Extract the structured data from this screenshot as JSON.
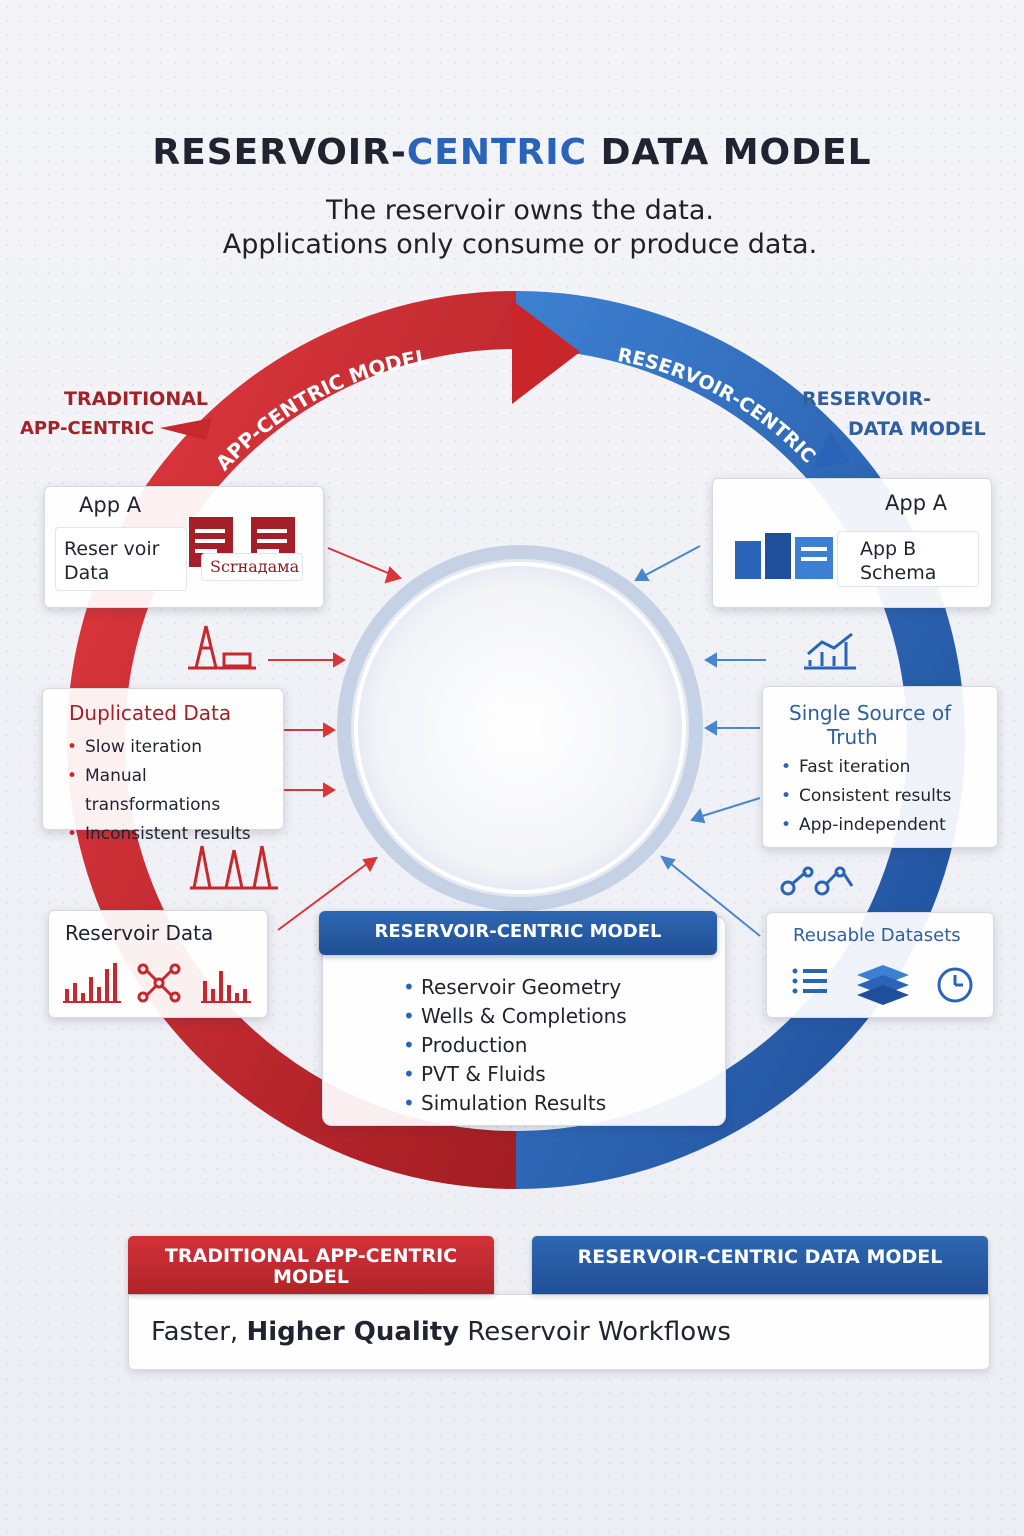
{
  "header": {
    "title_part1": "RESERVOIR-",
    "title_accent": "CENTRIC",
    "title_part2": " DATA MODEL",
    "subtitle_line1": "The reservoir owns the data.",
    "subtitle_line2": "Applications only consume or produce data."
  },
  "ring": {
    "red_arc_label": "APP-CENTRIC MODEL",
    "blue_arc_label": "RESERVOIR-CENTRIC M"
  },
  "left_label": {
    "line1": "TRADITIONAL",
    "line2": "APP-CENTRIC"
  },
  "right_label": {
    "line1": "RESERVOIR-",
    "line2": "DATA MODEL"
  },
  "left_app_card": {
    "title": "App A",
    "data_line1": "Reser voir",
    "data_line2": "Data",
    "schema_label": "Scrнадама"
  },
  "right_app_card": {
    "title": "App A",
    "schema_line1": "App B",
    "schema_line2": "Schema"
  },
  "duplicated_card": {
    "title": "Duplicated Data",
    "items": [
      "Slow iteration",
      "Manual transformations",
      "Inconsistent results"
    ]
  },
  "truth_card": {
    "title_line1": "Single Source of",
    "title_line2": "Truth",
    "items": [
      "Fast iteration",
      "Consistent results",
      "App-independent"
    ]
  },
  "reservoir_data_card": {
    "title": "Reservoir Data"
  },
  "reusable_card": {
    "title": "Reusable Datasets"
  },
  "center_card": {
    "title": "RESERVOIR-CENTRIC MODEL",
    "items": [
      "Reservoir Geometry",
      "Wells & Completions",
      "Production",
      "PVT & Fluids",
      "Simulation Results"
    ]
  },
  "footer": {
    "red_banner_line1": "TRADITIONAL APP-CENTRIC",
    "red_banner_line2": "MODEL",
    "blue_banner": "RESERVOIR-CENTRIC DATA MODEL",
    "tagline_part1": "Faster, ",
    "tagline_bold": "Higher Quality",
    "tagline_part2": " Reservoir Workflows"
  },
  "colors": {
    "red": "#c6282e",
    "blue": "#2a64b8",
    "dark_text": "#1f2430"
  },
  "icons": [
    "document-icon",
    "rig-icon",
    "bar-chart-icon",
    "network-icon",
    "layers-icon",
    "clock-icon",
    "list-icon",
    "robot-arm-icon"
  ]
}
